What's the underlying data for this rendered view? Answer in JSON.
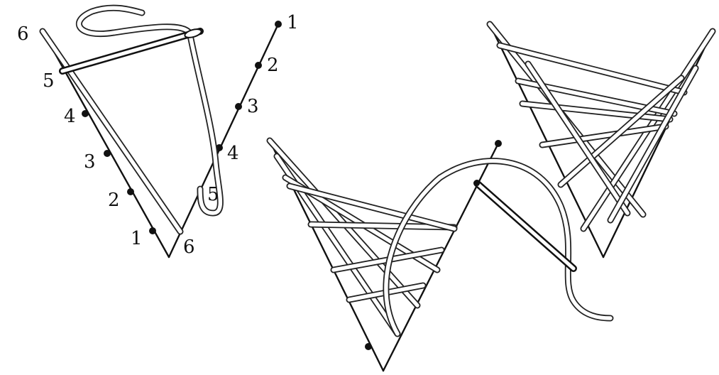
{
  "figure": {
    "step1": {
      "left_labels": [
        "6",
        "5",
        "4",
        "3",
        "2",
        "1"
      ],
      "right_labels": [
        "1",
        "2",
        "3",
        "4",
        "5",
        "6"
      ]
    },
    "step2": {},
    "step3": {}
  },
  "colors": {
    "ink": "#111111",
    "thread": "#ffffff",
    "background": "#ffffff"
  }
}
